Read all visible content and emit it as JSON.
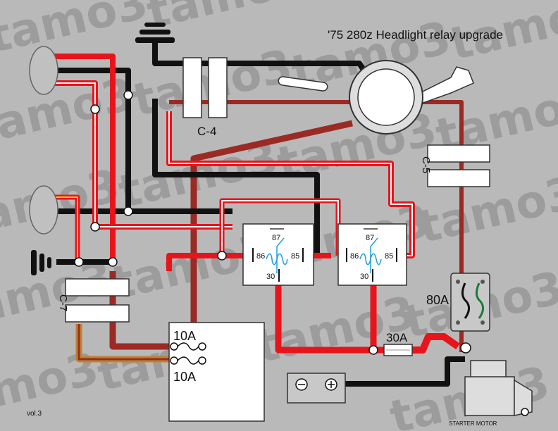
{
  "title": "'75 280z Headlight relay upgrade",
  "watermark": "tamo3",
  "version": "vol.3",
  "connectors": {
    "c4": "C-4",
    "c5": "C-5",
    "c7": "C-7"
  },
  "fuses": {
    "fuse_box_top": "10A",
    "fuse_box_bottom": "10A",
    "inline_fuse": "30A",
    "fusible_link": "80A"
  },
  "relays": [
    {
      "pins": {
        "p87": "87",
        "p86": "86",
        "p85": "85",
        "p30": "30"
      }
    },
    {
      "pins": {
        "p87": "87",
        "p86": "86",
        "p85": "85",
        "p30": "30"
      }
    }
  ],
  "components": {
    "starter_motor": "STARTER MOTOR"
  },
  "colors": {
    "background": "#b9b9b9",
    "watermark": "#9c9c9c",
    "wire_red": "#e8141c",
    "wire_black": "#111111",
    "wire_brown": "#9b2a24",
    "wire_yellow": "#f2d21a",
    "wire_tan": "#b8862f",
    "coil": "#1e9fd8",
    "fusible_link_green": "#1f7a3a"
  }
}
